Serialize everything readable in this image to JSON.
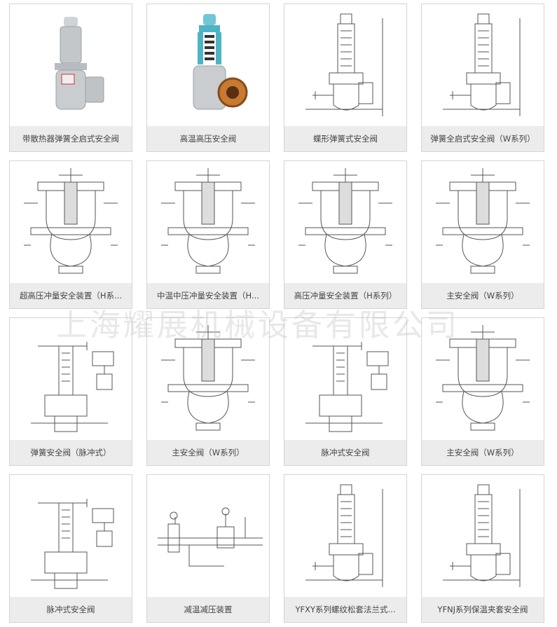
{
  "watermark": "上海耀展机械设备有限公司",
  "products": [
    {
      "caption": "带散热器弹簧全启式安全阀",
      "icon": "photo-valve-gray-icon"
    },
    {
      "caption": "高温高压安全阀",
      "icon": "photo-valve-blue-icon"
    },
    {
      "caption": "蝶形弹簧式安全阀",
      "icon": "drawing-disc-spring-valve-icon"
    },
    {
      "caption": "弹簧全启式安全阀（W系列）",
      "icon": "drawing-spring-valve-icon"
    },
    {
      "caption": "超高压冲量安全装置（H系...",
      "icon": "drawing-impulse-device-icon"
    },
    {
      "caption": "中温中压冲量安全装置（H...",
      "icon": "drawing-impulse-device-icon"
    },
    {
      "caption": "高压冲量安全装置（H系列）",
      "icon": "drawing-impulse-device-icon"
    },
    {
      "caption": "主安全阀（W系列）",
      "icon": "drawing-main-valve-icon"
    },
    {
      "caption": "弹簧安全阀（脉冲式）",
      "icon": "drawing-spring-pulse-valve-icon"
    },
    {
      "caption": "主安全阀（W系列）",
      "icon": "drawing-main-valve-icon"
    },
    {
      "caption": "脉冲式安全阀",
      "icon": "drawing-pulse-valve-icon"
    },
    {
      "caption": "主安全阀（W系列）",
      "icon": "drawing-main-valve-icon"
    },
    {
      "caption": "脉冲式安全阀",
      "icon": "drawing-pulse-valve-icon"
    },
    {
      "caption": "减温减压装置",
      "icon": "drawing-desuperheater-icon"
    },
    {
      "caption": "YFXY系列螺纹松套法兰式...",
      "icon": "drawing-threaded-flange-valve-icon"
    },
    {
      "caption": "YFNJ系列保温夹套安全阀",
      "icon": "drawing-jacket-valve-icon"
    }
  ]
}
